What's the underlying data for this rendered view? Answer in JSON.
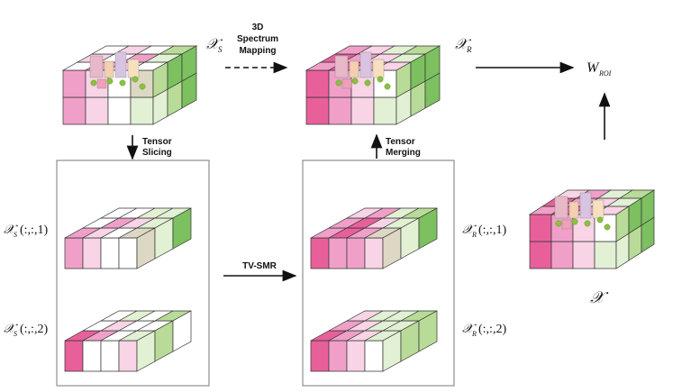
{
  "labels": {
    "spectrum_mapping": [
      "3D",
      "Spectrum",
      "Mapping"
    ],
    "tensor_slicing": [
      "Tensor",
      "Slicing"
    ],
    "tensor_merging": [
      "Tensor",
      "Merging"
    ],
    "tv_smr": "TV-SMR",
    "xs": "𝒳",
    "xs_sub": "S",
    "xr": "𝒳",
    "xr_sub": "R",
    "w_roi": "W",
    "w_roi_sub": "ROI",
    "x_full": "𝒳",
    "slice_s1": "(:,:,1)",
    "slice_s2": "(:,:,2)",
    "slice_r1": "(:,:,1)",
    "slice_r2": "(:,:,2)",
    "slice_s1_sub": "S",
    "slice_s2_sub": "S",
    "slice_r1_sub": "R",
    "slice_r2_sub": "R"
  },
  "colors": {
    "pink_strong": "#e8609a",
    "pink_mid": "#f0a0c8",
    "pink_light": "#f8d4e6",
    "green_strong": "#7cc060",
    "green_mid": "#b8dc98",
    "green_light": "#e2f0d4",
    "beige": "#ddd8c4",
    "mauve": "#c98cb0",
    "white": "#ffffff"
  }
}
